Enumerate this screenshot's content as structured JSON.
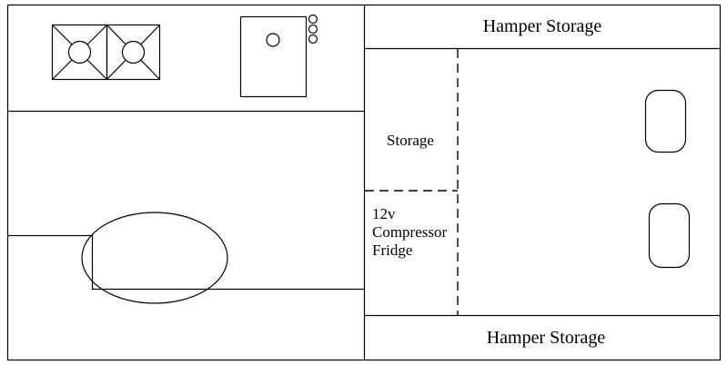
{
  "labels": {
    "hamper_top": "Hamper Storage",
    "hamper_bottom": "Hamper Storage",
    "storage": "Storage",
    "fridge_line1": "12v",
    "fridge_line2": "Compressor",
    "fridge_line3": "Fridge"
  }
}
